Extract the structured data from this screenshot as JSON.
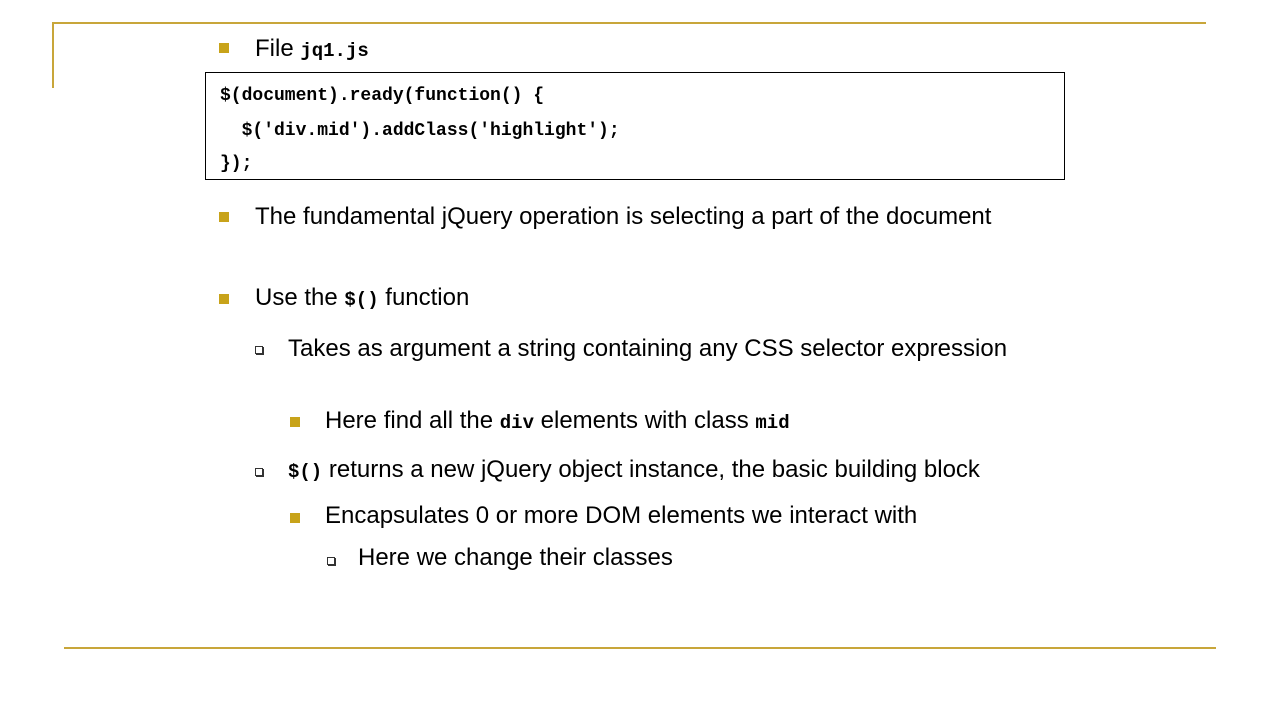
{
  "slide": {
    "file_label": "File ",
    "file_name": "jq1.js",
    "code_lines": [
      "$(document).ready(function() {",
      "  $('div.mid').addClass('highlight');",
      "});"
    ],
    "b1": "The fundamental jQuery operation is selecting a part of the document",
    "b2_pre": "Use the ",
    "b2_code": "$()",
    "b2_post": " function",
    "s1": "Takes as argument a string containing any CSS selector expression",
    "ss1_pre": "Here find all the ",
    "ss1_code1": "div",
    "ss1_mid": " elements with class ",
    "ss1_code2": "mid",
    "s2_code": "$()",
    "s2_post": " returns a new jQuery object instance, the basic building block",
    "ss2": "Encapsulates 0 or more DOM elements we interact with",
    "sss1": "Here we change their classes"
  },
  "colors": {
    "accent": "#c8a63a",
    "bullet": "#c8a31a",
    "text": "#000000"
  }
}
